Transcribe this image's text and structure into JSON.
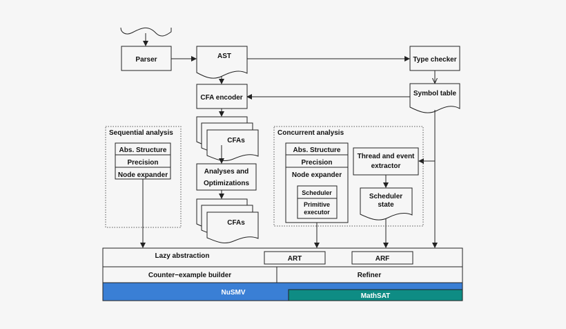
{
  "parser": "Parser",
  "ast": "AST",
  "type_checker": "Type checker",
  "symbol_table": "Symbol table",
  "cfa_encoder": "CFA encoder",
  "cfas": "CFAs",
  "analyses_line1": "Analyses and",
  "analyses_line2": "Optimizations",
  "sequential": {
    "title": "Sequential analysis",
    "items": [
      "Abs. Structure",
      "Precision",
      "Node expander"
    ]
  },
  "concurrent": {
    "title": "Concurrent analysis",
    "items": [
      "Abs. Structure",
      "Precision",
      "Node expander"
    ],
    "scheduler": "Scheduler",
    "primitive_line1": "Primitive",
    "primitive_line2": "executor",
    "thread_line1": "Thread and event",
    "thread_line2": "extractor",
    "sched_state_line1": "Scheduler",
    "sched_state_line2": "state"
  },
  "lazy_abstraction": "Lazy abstraction",
  "art": "ART",
  "arf": "ARF",
  "counter_example": "Counter−example builder",
  "refiner": "Refiner",
  "nusmv": "NuSMV",
  "mathsat": "MathSAT",
  "colors": {
    "nusmv": "#3a7fd5",
    "mathsat": "#0e8c84"
  }
}
